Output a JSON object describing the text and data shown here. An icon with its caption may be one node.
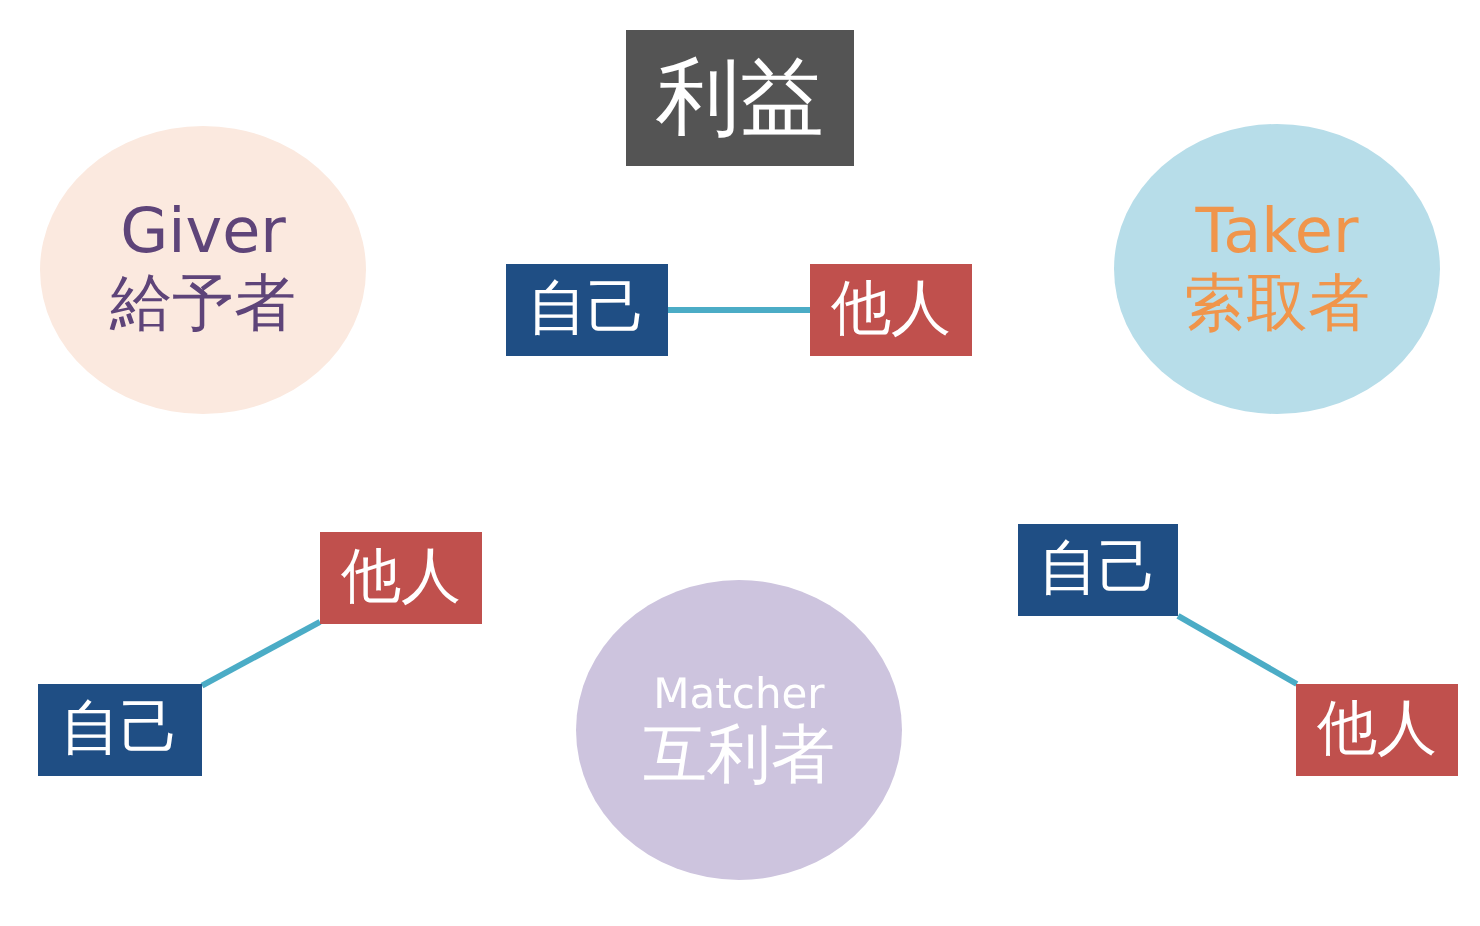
{
  "diagram": {
    "title": "利益",
    "nodes": [
      {
        "text": [
          "Giver",
          "給予者"
        ]
      },
      {
        "text": [
          "自己"
        ]
      },
      {
        "text": [
          "他人"
        ]
      },
      {
        "text": [
          "Taker",
          "索取者"
        ]
      },
      {
        "text": [
          "他人"
        ]
      },
      {
        "text": [
          "自己"
        ]
      },
      {
        "text": [
          "Matcher",
          "互利者"
        ]
      },
      {
        "text": [
          "自己"
        ]
      },
      {
        "text": [
          "他人"
        ]
      }
    ],
    "edges": [
      {
        "from": 1,
        "to": 2,
        "arrow": "none"
      },
      {
        "from": 7,
        "to": 4,
        "arrow": "none"
      },
      {
        "from": 5,
        "to": 8,
        "arrow": "none"
      }
    ]
  }
}
